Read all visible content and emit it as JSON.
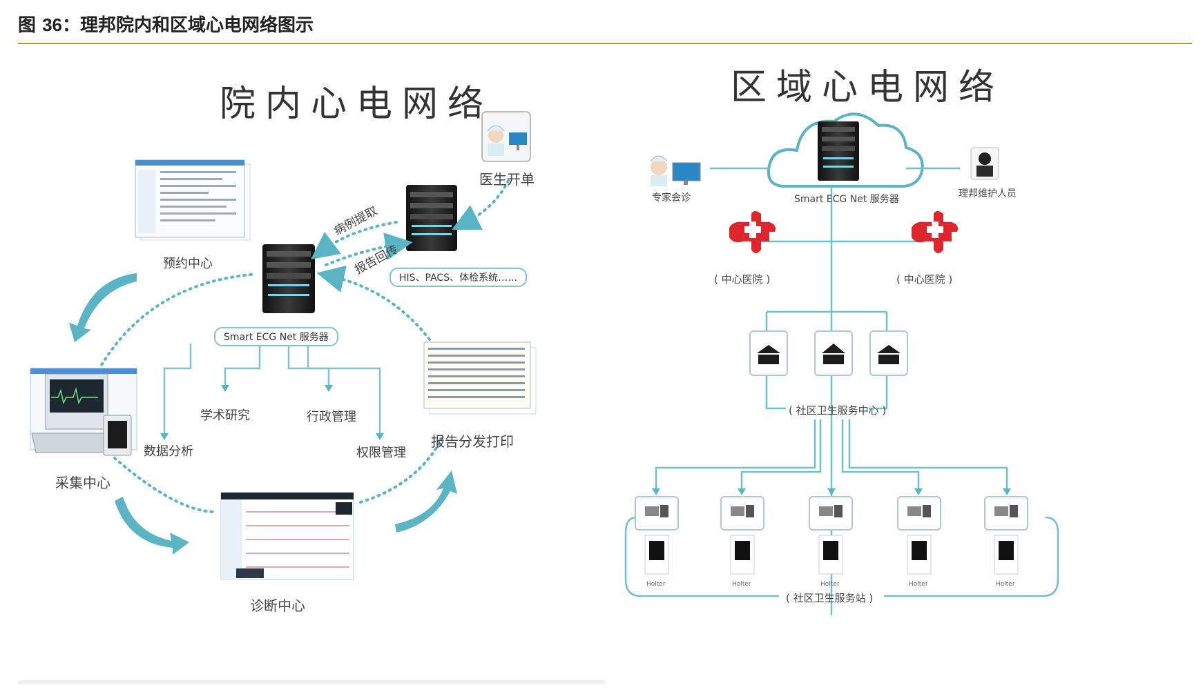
{
  "figure": {
    "prefix": "图",
    "number": "36",
    "title": "：理邦院内和区域心电网络图示"
  },
  "left": {
    "title": "院内心电网络",
    "labels": {
      "doctor_order": "医生开单",
      "case_retrieval": "病例提取",
      "report_return": "报告回传",
      "his_systems": "HIS、PACS、体检系统……",
      "appointment_center": "预约中心",
      "server": "Smart ECG Net 服务器",
      "academic_research": "学术研究",
      "admin_management": "行政管理",
      "data_analysis": "数据分析",
      "permission_management": "权限管理",
      "report_print": "报告分发打印",
      "collection_center": "采集中心",
      "diagnosis_center": "诊断中心"
    }
  },
  "right": {
    "title": "区域心电网络",
    "labels": {
      "expert_consult": "专家会诊",
      "server": "Smart ECG Net 服务器",
      "maintenance_staff": "理邦维护人员",
      "center_hospital_1": "中心医院",
      "center_hospital_2": "中心医院",
      "community_center": "社区卫生服务中心",
      "community_station": "社区卫生服务站",
      "holter": "Holter"
    }
  },
  "colors": {
    "accent_rule": "#c8902e",
    "teal": "#5ab4c4",
    "red_cross": "#e0242b"
  }
}
